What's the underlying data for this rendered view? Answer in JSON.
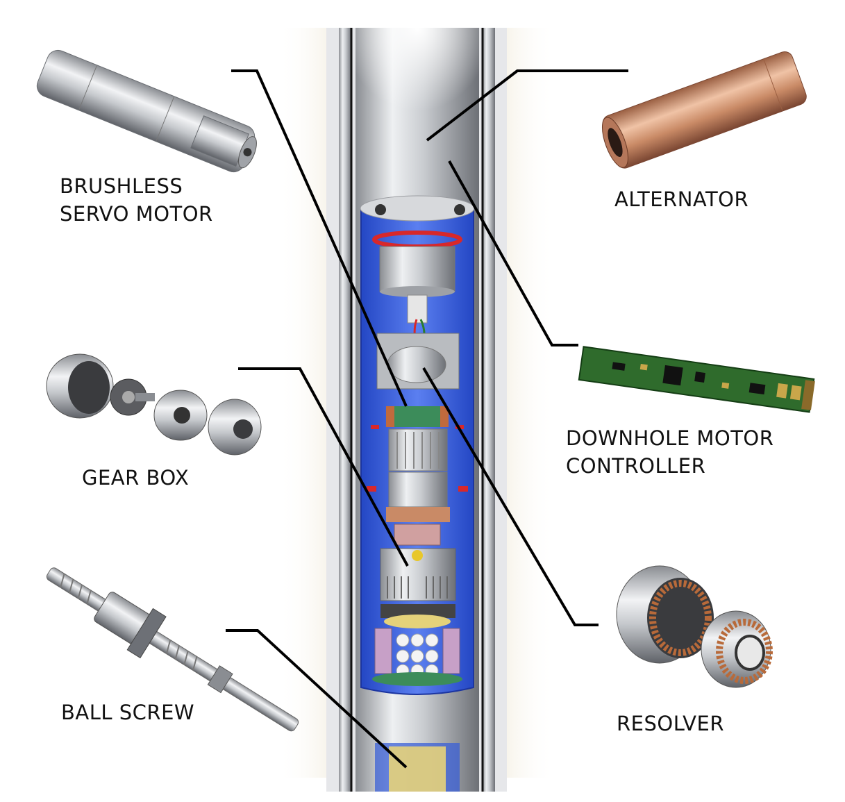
{
  "labels": {
    "brushless_servo_motor": [
      "BRUSHLESS",
      "SERVO MOTOR"
    ],
    "alternator": [
      "ALTERNATOR"
    ],
    "gear_box": [
      "GEAR BOX"
    ],
    "downhole_motor_controller": [
      "DOWNHOLE MOTOR",
      "CONTROLLER"
    ],
    "ball_screw": [
      "BALL SCREW"
    ],
    "resolver": [
      "RESOLVER"
    ]
  },
  "colors": {
    "leader_line": "#000000",
    "text": "#111111",
    "tool_blue": "#3a5fd6",
    "copper": "#c98a66",
    "pcb_green": "#2f6b2c",
    "seal_red": "#d8282a"
  }
}
